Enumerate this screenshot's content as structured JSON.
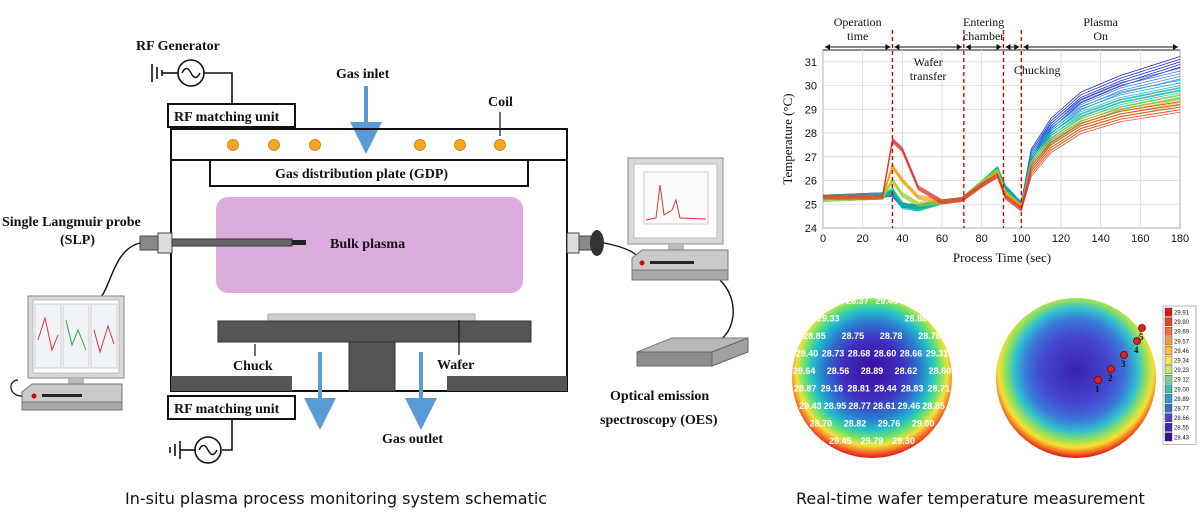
{
  "schematic": {
    "caption": "In-situ plasma process monitoring system schematic",
    "labels": {
      "rf_generator": "RF Generator",
      "rf_matching_top": "RF matching unit",
      "rf_matching_bottom": "RF matching unit",
      "gas_inlet": "Gas inlet",
      "coil": "Coil",
      "gdp": "Gas distribution plate (GDP)",
      "slp_line1": "Single Langmuir probe",
      "slp_line2": "(SLP)",
      "bulk_plasma": "Bulk plasma",
      "chuck": "Chuck",
      "wafer": "Wafer",
      "gas_outlet": "Gas outlet",
      "oes_line1": "Optical emission",
      "oes_line2": "spectroscopy (OES)"
    },
    "colors": {
      "plasma": "#d9a3dc",
      "coil": "#f6a623",
      "arrow": "#5b9bd5",
      "chuck": "#555555",
      "wafer": "#cfcfcf"
    }
  },
  "temperature_chart": {
    "caption": "Real-time wafer temperature measurement",
    "phases": [
      {
        "line1": "Operation",
        "line2": "time"
      },
      {
        "line1": "Wafer",
        "line2": "transfer"
      },
      {
        "line1": "Entering",
        "line2": "chamber"
      },
      {
        "line1": "Chucking",
        "line2": ""
      },
      {
        "line1": "Plasma",
        "line2": "On"
      }
    ],
    "markers": [
      35,
      71,
      91,
      100
    ]
  },
  "chart_data": {
    "type": "line",
    "xlabel": "Process Time (sec)",
    "ylabel": "Temperature (°C)",
    "xlim": [
      0,
      180
    ],
    "ylim": [
      24,
      31.5
    ],
    "xticks": [
      0,
      20,
      40,
      60,
      80,
      100,
      120,
      140,
      160,
      180
    ],
    "yticks": [
      24,
      25,
      26,
      27,
      28,
      29,
      30,
      31
    ],
    "grid": true,
    "series": [
      {
        "color": "#0000cc",
        "x": [
          0,
          30,
          35,
          40,
          48,
          60,
          70,
          80,
          88,
          92,
          100,
          105,
          115,
          130,
          150,
          180
        ],
        "y": [
          25.3,
          25.4,
          25.4,
          24.95,
          24.9,
          25.1,
          25.2,
          25.9,
          26.4,
          25.7,
          25.0,
          27.1,
          28.4,
          29.5,
          30.2,
          31.0
        ]
      },
      {
        "color": "#2f6fd6",
        "x": [
          0,
          30,
          35,
          40,
          48,
          60,
          70,
          80,
          88,
          92,
          100,
          105,
          115,
          130,
          150,
          180
        ],
        "y": [
          25.3,
          25.4,
          25.4,
          24.95,
          24.9,
          25.1,
          25.2,
          25.9,
          26.4,
          25.7,
          25.0,
          27.0,
          28.2,
          29.2,
          29.9,
          30.5
        ]
      },
      {
        "color": "#00a6d6",
        "x": [
          0,
          30,
          35,
          40,
          48,
          60,
          70,
          80,
          88,
          92,
          100,
          105,
          115,
          130,
          150,
          180
        ],
        "y": [
          25.3,
          25.4,
          25.5,
          24.9,
          24.8,
          25.1,
          25.2,
          25.9,
          26.5,
          25.7,
          25.0,
          26.9,
          28.0,
          28.9,
          29.5,
          30.0
        ]
      },
      {
        "color": "#00c080",
        "x": [
          0,
          30,
          35,
          40,
          48,
          60,
          70,
          80,
          88,
          92,
          100,
          105,
          115,
          130,
          150,
          180
        ],
        "y": [
          25.2,
          25.3,
          25.6,
          25.0,
          24.8,
          25.1,
          25.2,
          25.9,
          26.5,
          25.6,
          24.9,
          26.7,
          27.8,
          28.6,
          29.2,
          29.7
        ]
      },
      {
        "color": "#9bd32a",
        "x": [
          0,
          30,
          35,
          40,
          48,
          60,
          70,
          80,
          88,
          92,
          100,
          105,
          115,
          130,
          150,
          180
        ],
        "y": [
          25.2,
          25.3,
          26.0,
          25.4,
          25.0,
          25.1,
          25.2,
          25.9,
          26.4,
          25.5,
          24.9,
          26.6,
          27.6,
          28.4,
          28.9,
          29.4
        ]
      },
      {
        "color": "#f0a000",
        "x": [
          0,
          30,
          35,
          40,
          48,
          60,
          70,
          80,
          88,
          92,
          100,
          105,
          115,
          130,
          150,
          180
        ],
        "y": [
          25.3,
          25.3,
          26.6,
          26.0,
          25.3,
          25.1,
          25.2,
          25.8,
          26.3,
          25.4,
          24.9,
          26.5,
          27.5,
          28.3,
          28.8,
          29.2
        ]
      },
      {
        "color": "#e03030",
        "x": [
          0,
          30,
          35,
          40,
          48,
          60,
          70,
          80,
          88,
          92,
          100,
          105,
          115,
          130,
          150,
          180
        ],
        "y": [
          25.3,
          25.3,
          27.7,
          27.3,
          25.7,
          25.1,
          25.2,
          25.8,
          26.2,
          25.3,
          24.8,
          26.4,
          27.4,
          28.2,
          28.7,
          29.1
        ]
      }
    ]
  },
  "wafer_maps": {
    "left_values": [
      "28.37",
      "29.46",
      "29.33",
      "28.88",
      "28.85",
      "28.75",
      "28.78",
      "28.78",
      "29.40",
      "28.73",
      "28.68",
      "28.60",
      "28.66",
      "29.31",
      "29.64",
      "28.56",
      "28.89",
      "28.62",
      "28.60",
      "28.87",
      "29.16",
      "28.81",
      "29.44",
      "28.83",
      "28.71",
      "29.43",
      "28.95",
      "28.77",
      "28.61",
      "29.46",
      "28.85",
      "28.70",
      "28.82",
      "29.76",
      "29.00",
      "29.45",
      "29.79",
      "29.30"
    ],
    "right_points": [
      "1",
      "2",
      "3",
      "4",
      "5"
    ],
    "legend": [
      "29.91",
      "29.80",
      "29.69",
      "29.57",
      "29.46",
      "29.34",
      "29.23",
      "29.12",
      "29.00",
      "28.89",
      "28.77",
      "28.66",
      "28.55",
      "28.43"
    ],
    "legend_colors": [
      "#d7191c",
      "#e8431a",
      "#f46d43",
      "#f99a3b",
      "#fdbf3b",
      "#f9e54a",
      "#c6e86a",
      "#7fd38a",
      "#3fbfb0",
      "#2b9bd1",
      "#3870d0",
      "#4548c8",
      "#3a28b4",
      "#3a0a9a"
    ]
  }
}
